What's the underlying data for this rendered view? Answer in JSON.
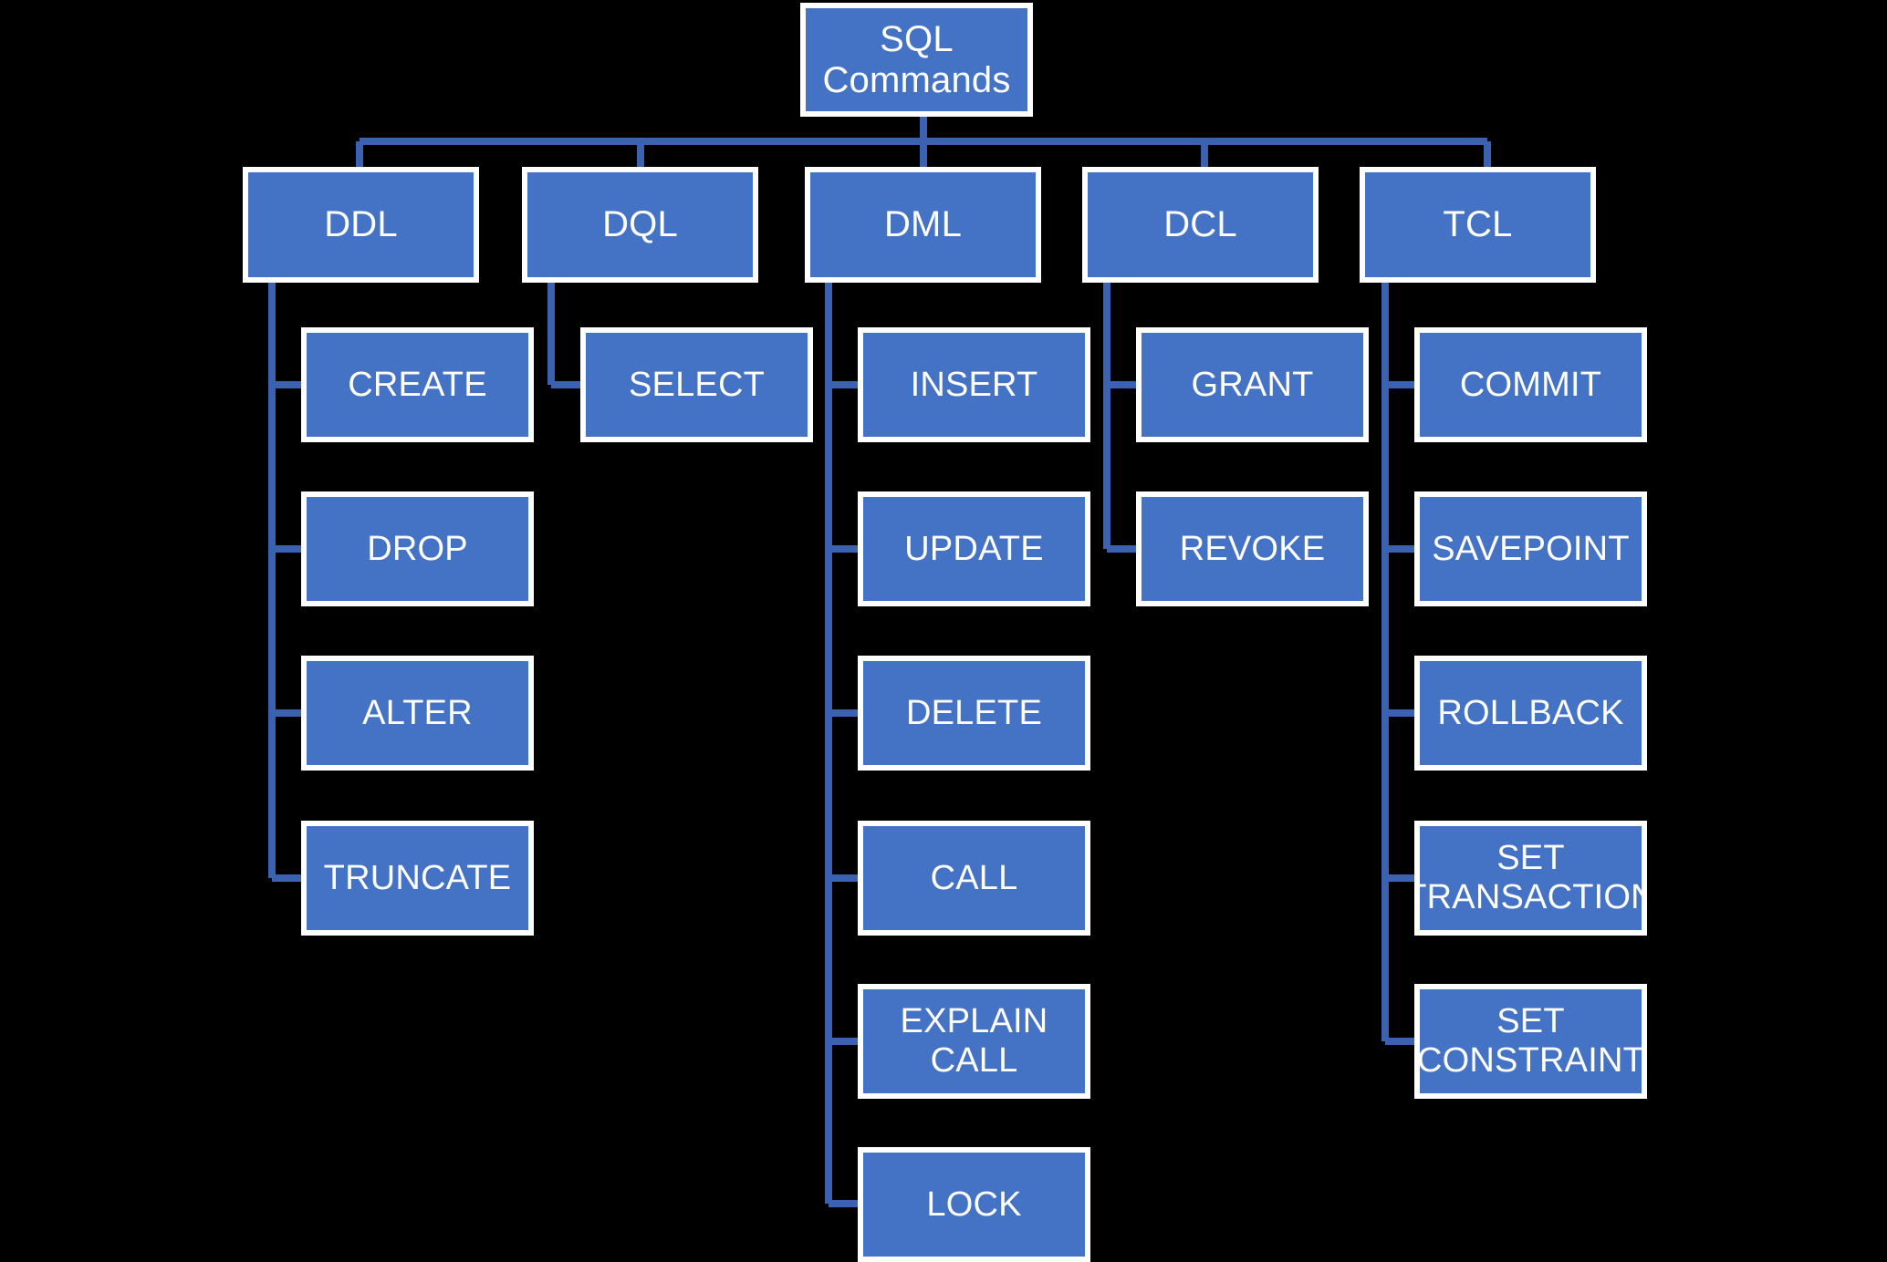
{
  "diagram": {
    "title": "SQL Commands",
    "type": "hierarchy-tree",
    "background_color": "#000000",
    "node_fill_color": "#4472C4",
    "node_border_color": "#FFFFFF",
    "connector_color": "#3B62B0",
    "text_color": "#FFFFFF"
  },
  "root": {
    "label": "SQL\nCommands"
  },
  "categories": [
    {
      "key": "ddl",
      "label": "DDL"
    },
    {
      "key": "dql",
      "label": "DQL"
    },
    {
      "key": "dml",
      "label": "DML"
    },
    {
      "key": "dcl",
      "label": "DCL"
    },
    {
      "key": "tcl",
      "label": "TCL"
    }
  ],
  "commands": {
    "ddl": [
      {
        "label": "CREATE"
      },
      {
        "label": "DROP"
      },
      {
        "label": "ALTER"
      },
      {
        "label": "TRUNCATE"
      }
    ],
    "dql": [
      {
        "label": "SELECT"
      }
    ],
    "dml": [
      {
        "label": "INSERT"
      },
      {
        "label": "UPDATE"
      },
      {
        "label": "DELETE"
      },
      {
        "label": "CALL"
      },
      {
        "label": "EXPLAIN CALL"
      },
      {
        "label": "LOCK"
      }
    ],
    "dcl": [
      {
        "label": "GRANT"
      },
      {
        "label": "REVOKE"
      }
    ],
    "tcl": [
      {
        "label": "COMMIT"
      },
      {
        "label": "SAVEPOINT"
      },
      {
        "label": "ROLLBACK"
      },
      {
        "label": "SET\nTRANSACTION"
      },
      {
        "label": "SET\nCONSTRAINT"
      }
    ]
  }
}
